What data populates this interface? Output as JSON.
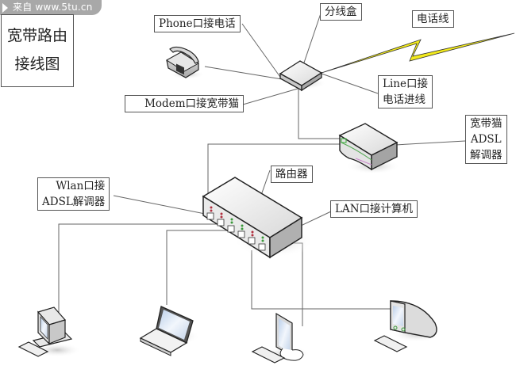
{
  "watermark": {
    "text": "来自 www.5tu.cn"
  },
  "title": {
    "line1": "宽带路由",
    "line2": "接线图"
  },
  "labels": {
    "phone_port": "Phone口接电话",
    "splitter": "分线盒",
    "phone_line": "电话线",
    "modem_port": "Modem口接宽带猫",
    "line_port_1": "Line口接",
    "line_port_2": "电话进线",
    "adsl_modem_1": "宽带猫",
    "adsl_modem_2": "ADSL",
    "adsl_modem_3": "解调器",
    "router": "路由器",
    "wlan_port_1": "Wlan口接",
    "wlan_port_2": "ADSL解调器",
    "lan_port": "LAN口接计算机"
  },
  "devices": [
    {
      "name": "telephone",
      "icon": "telephone-icon"
    },
    {
      "name": "splitter",
      "icon": "splitter-box-icon"
    },
    {
      "name": "adsl-modem",
      "icon": "modem-icon"
    },
    {
      "name": "router",
      "icon": "router-icon",
      "ports": 6
    },
    {
      "name": "desktop-pc",
      "icon": "desktop-computer-icon"
    },
    {
      "name": "laptop",
      "icon": "laptop-icon"
    },
    {
      "name": "lcd-pc",
      "icon": "lcd-computer-icon"
    },
    {
      "name": "imac-pc",
      "icon": "imac-computer-icon"
    }
  ],
  "colors": {
    "lightning": "#f2ea1c",
    "led_red": "#b03040",
    "led_green": "#3a9a3a",
    "line": "#666666"
  }
}
